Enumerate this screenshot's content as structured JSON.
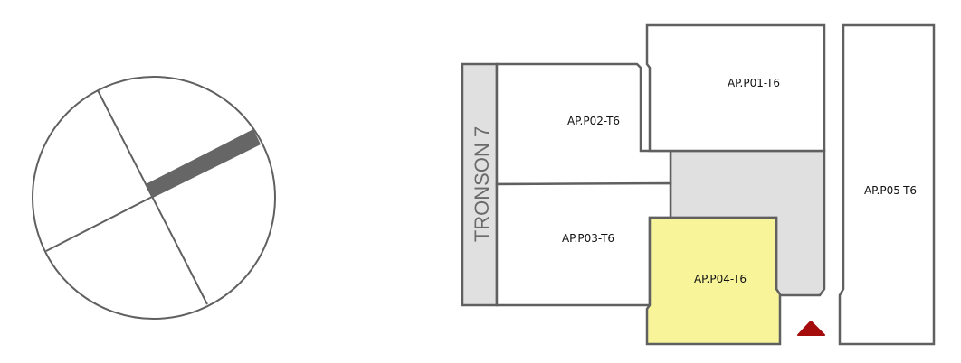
{
  "compass": {
    "highlight_color": "#666666"
  },
  "plan": {
    "block_label": "TRONSON 7",
    "units": [
      {
        "id": "P01",
        "label": "AP.P01-T6",
        "selected": false
      },
      {
        "id": "P02",
        "label": "AP.P02-T6",
        "selected": false
      },
      {
        "id": "P03",
        "label": "AP.P03-T6",
        "selected": false
      },
      {
        "id": "P04",
        "label": "AP.P04-T6",
        "selected": true
      },
      {
        "id": "P05",
        "label": "AP.P05-T6",
        "selected": false
      }
    ],
    "colors": {
      "selected": "#f7f49a",
      "common": "#e0e0e0",
      "entrance": "#a50d0d"
    }
  }
}
